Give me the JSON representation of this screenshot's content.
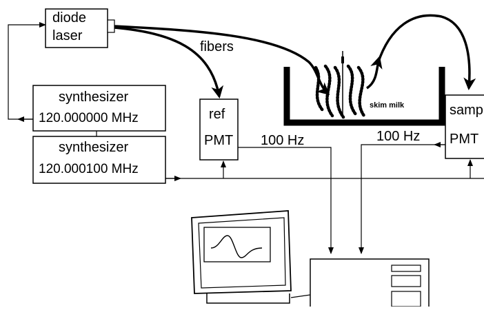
{
  "diagram": {
    "diode_laser": {
      "line1": "diode",
      "line2": "laser"
    },
    "fibers_label": "fibers",
    "synth1": {
      "title": "synthesizer",
      "freq": "120.000000 MHz"
    },
    "synth2": {
      "title": "synthesizer",
      "freq": "120.000100 MHz"
    },
    "ref_pmt": {
      "line1": "ref",
      "line2": "PMT"
    },
    "sample_pmt": {
      "line1": "sample",
      "line2": "PMT"
    },
    "sample_label": "skim milk",
    "ref_signal": "100 Hz",
    "sample_signal": "100 Hz"
  },
  "icons": [
    "monitor-icon",
    "computer-icon",
    "container-icon",
    "fiber-connector-icon"
  ],
  "colors": {
    "line": "#000000",
    "background": "#ffffff"
  }
}
